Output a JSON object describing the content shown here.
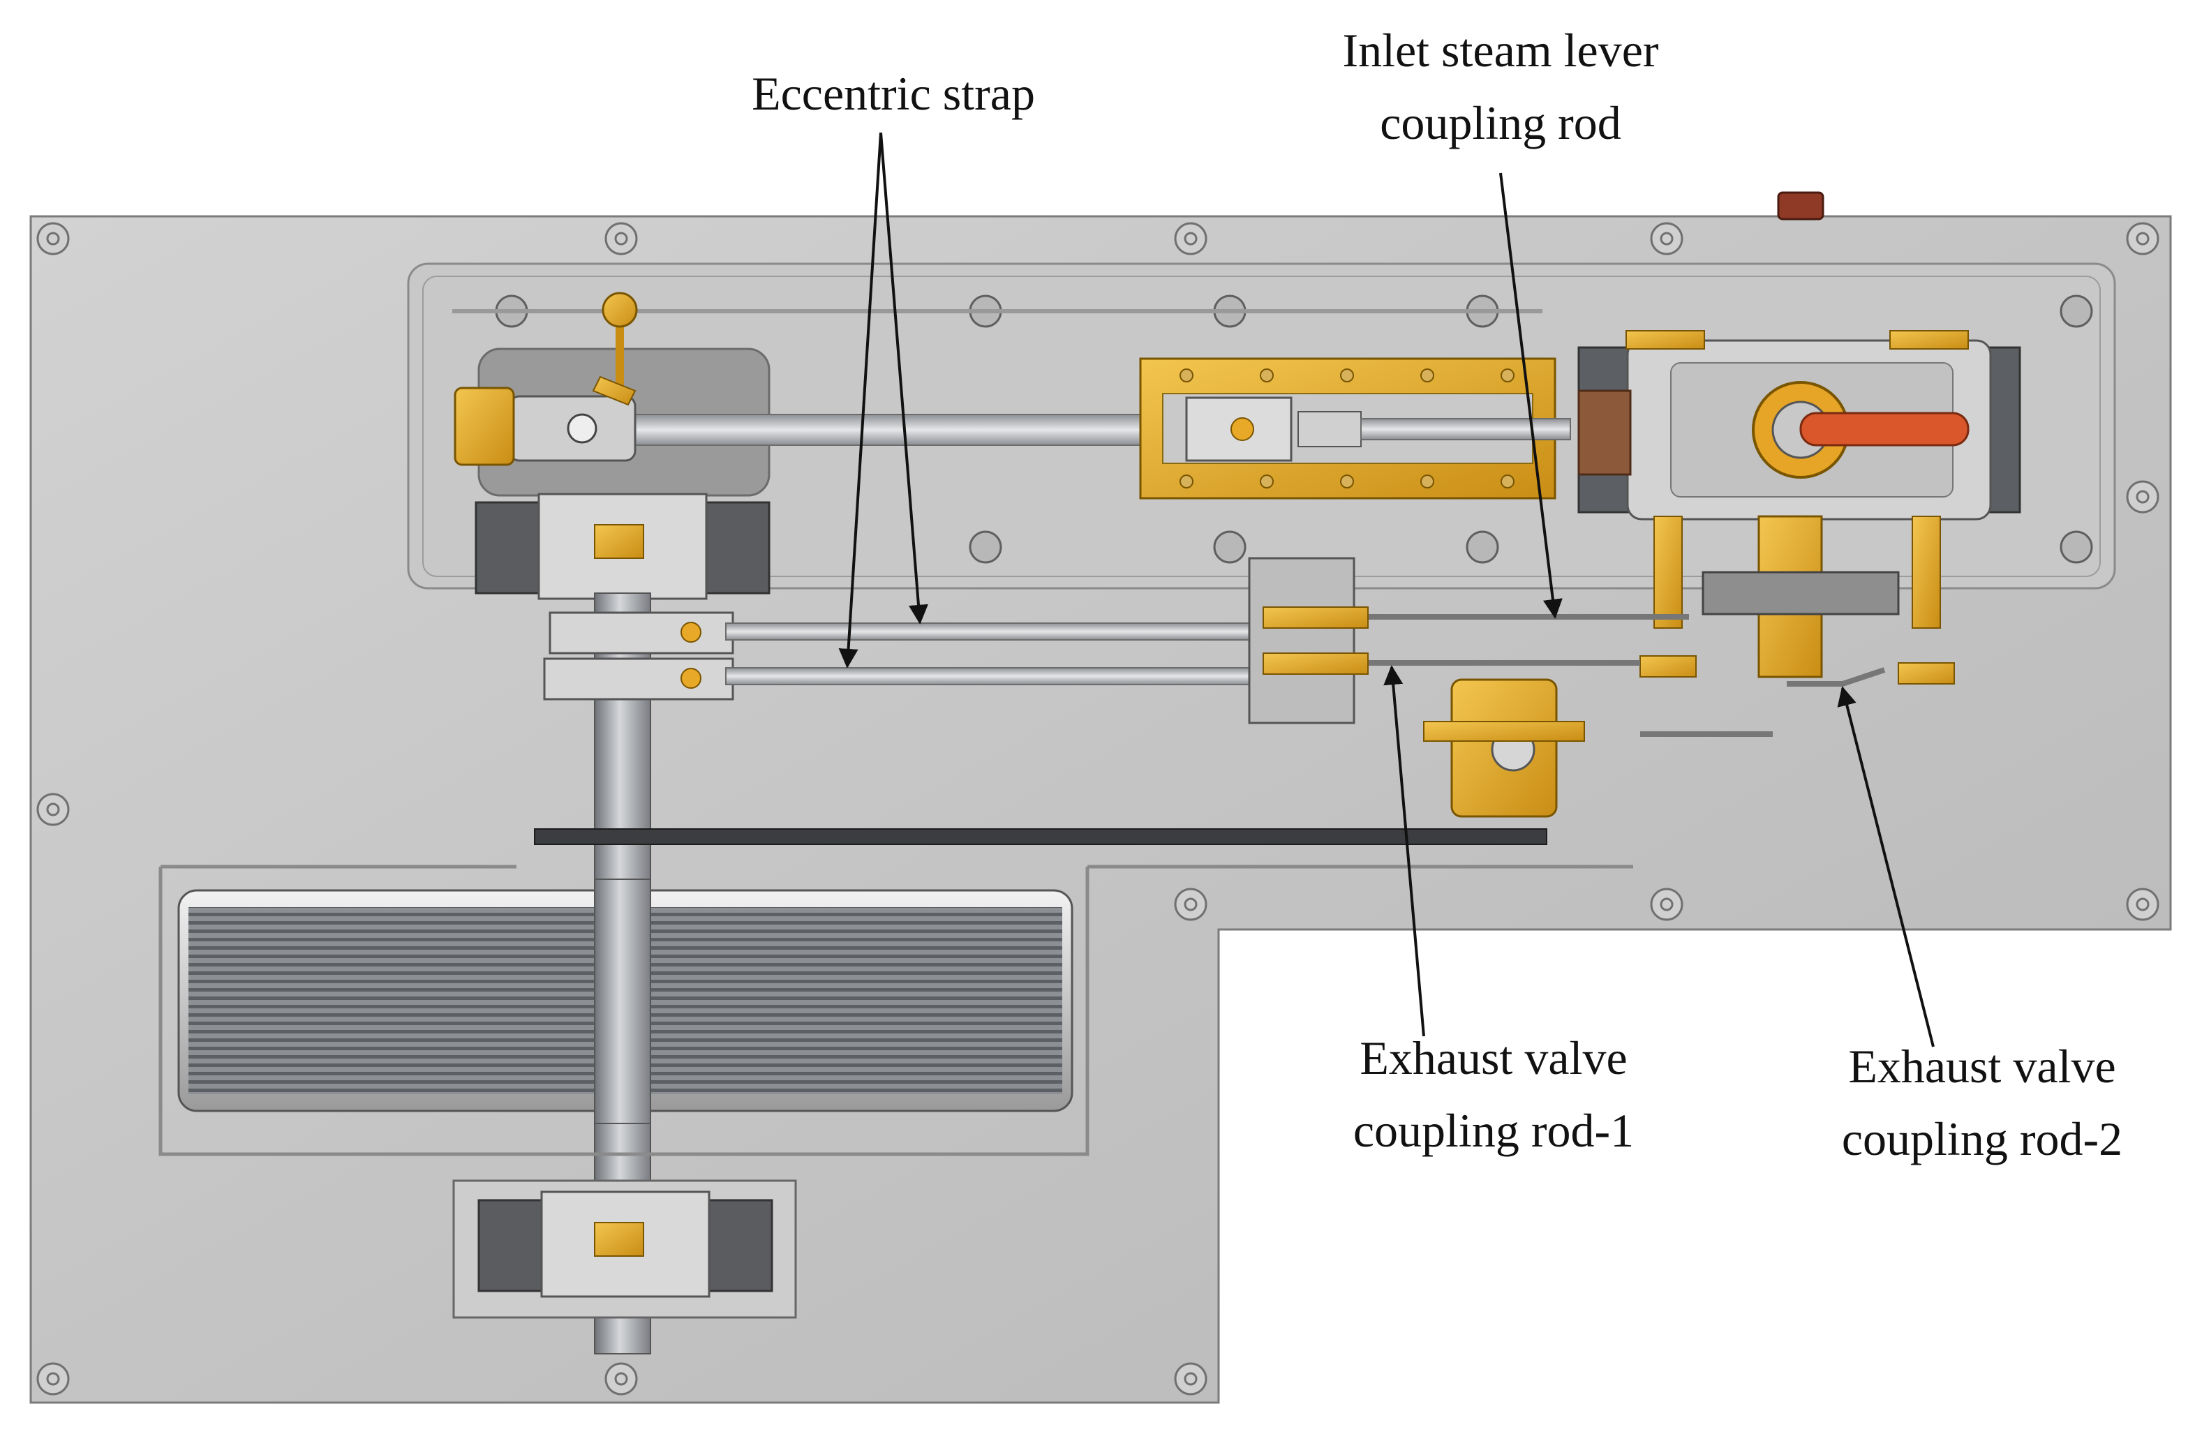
{
  "labels": {
    "eccentric_strap": "Eccentric strap",
    "inlet_lever_line1": "Inlet steam lever",
    "inlet_lever_line2": "coupling rod",
    "exhaust1_line1": "Exhaust valve",
    "exhaust1_line2": "coupling rod-1",
    "exhaust2_line1": "Exhaust valve",
    "exhaust2_line2": "coupling rod-2"
  },
  "colors": {
    "baseplate": "#c9c9c9",
    "brass": "#e3a82a",
    "steel": "#b9bcc0",
    "dark_steel": "#4a4d52",
    "copper": "#d9572b",
    "text": "#111111"
  }
}
